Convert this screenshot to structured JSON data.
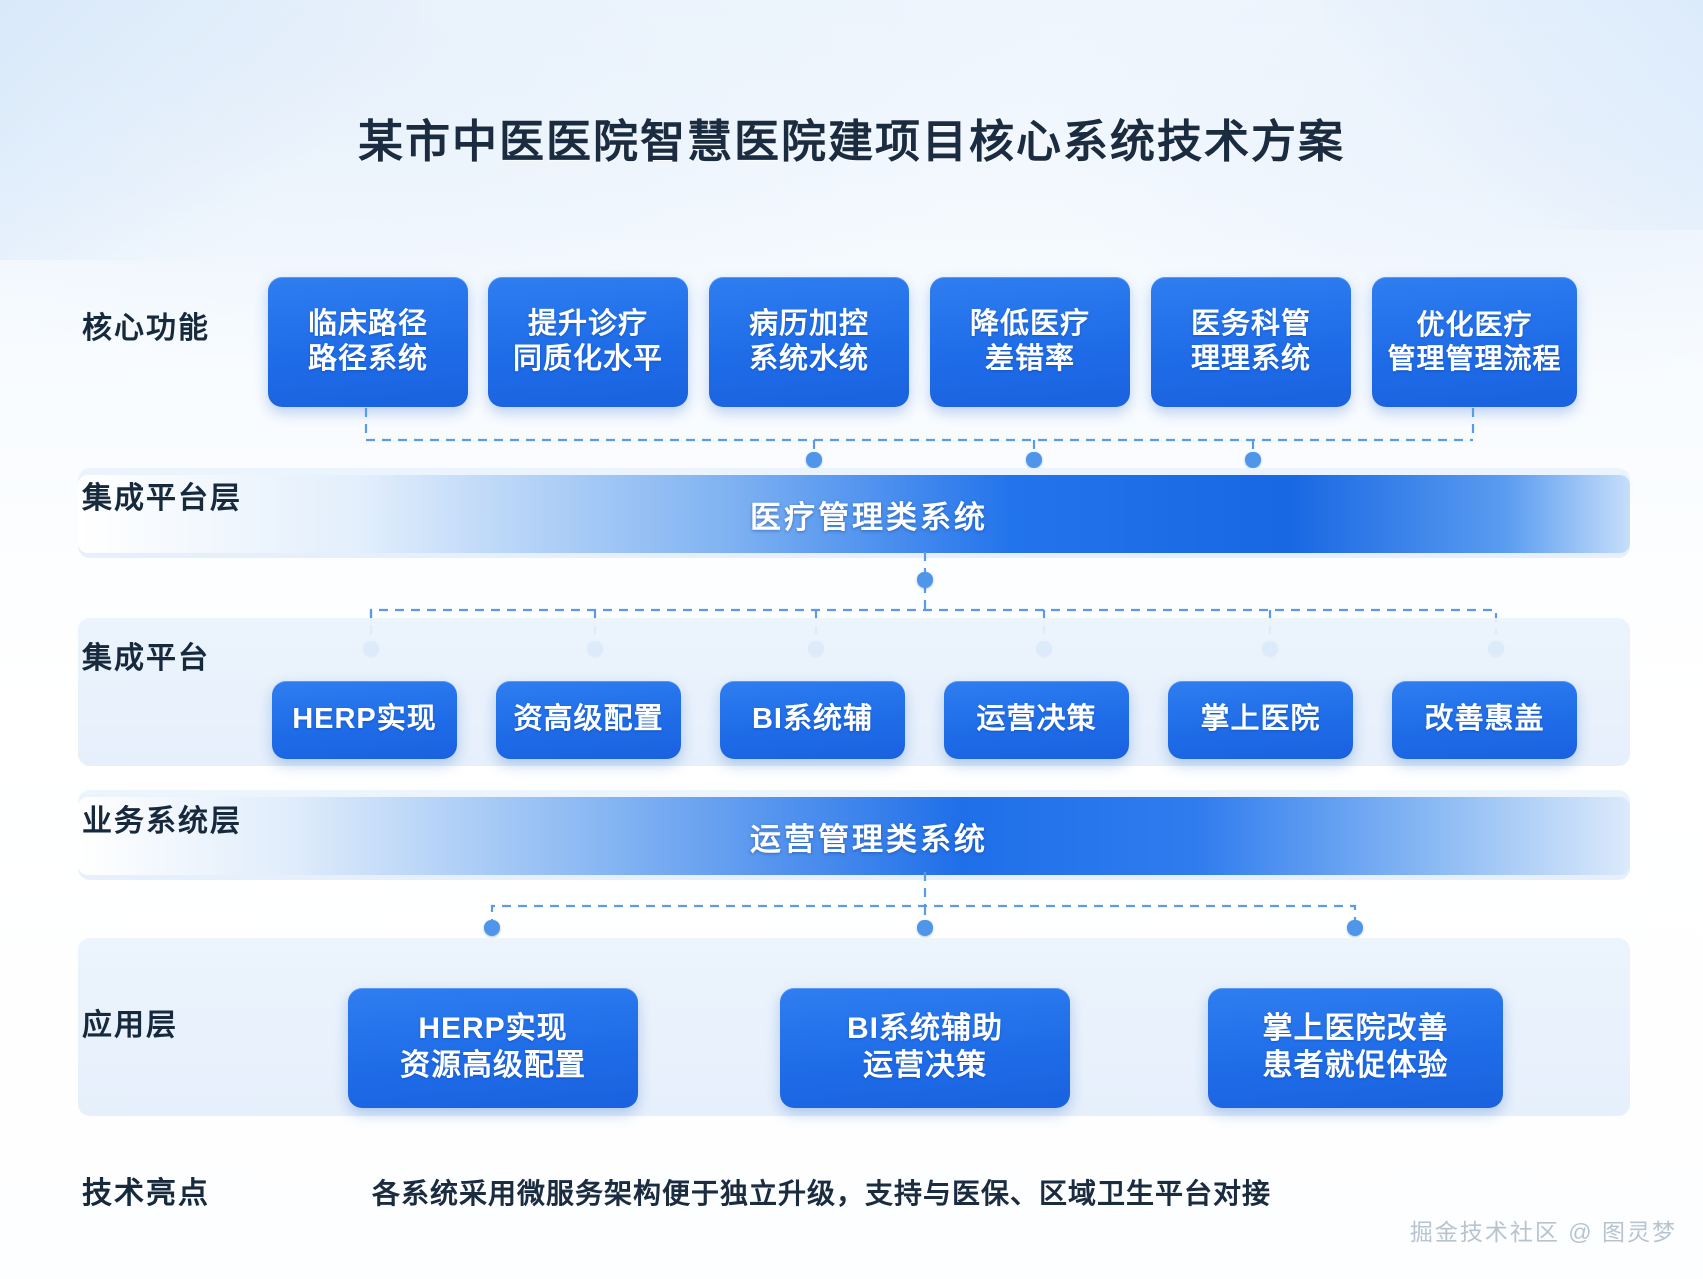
{
  "page": {
    "title": "某市中医医院智慧医院建项目核心系统技术方案",
    "watermark": "掘金技术社区 @ 图灵梦",
    "accent": "#1f6ce8",
    "accent_light": "#4f96ea",
    "band_bg": "#e8f1fb",
    "text_dark": "#17293d"
  },
  "rows": {
    "core": {
      "label": "核心功能",
      "items": [
        {
          "line1": "临床路径",
          "line2": "路径系统"
        },
        {
          "line1": "提升诊疗",
          "line2": "同质化水平"
        },
        {
          "line1": "病历加控",
          "line2": "系统水统"
        },
        {
          "line1": "降低医疗",
          "line2": "差错率"
        },
        {
          "line1": "医务科管",
          "line2": "理理系统"
        },
        {
          "line1": "优化医疗",
          "line2": "管理管理流程"
        }
      ]
    },
    "platform_layer": {
      "label": "集成平台层",
      "bar_text": "医疗管理类系统"
    },
    "platform": {
      "label": "集成平台",
      "items": [
        {
          "line1": "HERP实现"
        },
        {
          "line1": "资高级配置"
        },
        {
          "line1": "BI系统辅"
        },
        {
          "line1": "运营决策"
        },
        {
          "line1": "掌上医院"
        },
        {
          "line1": "改善惠盖"
        }
      ]
    },
    "business_layer": {
      "label": "业务系统层",
      "bar_text": "运营管理类系统"
    },
    "application": {
      "label": "应用层",
      "items": [
        {
          "line1": "HERP实现",
          "line2": "资源高级配置"
        },
        {
          "line1": "BI系统辅助",
          "line2": "运营决策"
        },
        {
          "line1": "掌上医院改善",
          "line2": "患者就促体验"
        }
      ]
    },
    "highlight": {
      "label": "技术亮点",
      "text": "各系统采用微服务架构便于独立升级，支持与医保、区域卫生平台对接"
    }
  }
}
